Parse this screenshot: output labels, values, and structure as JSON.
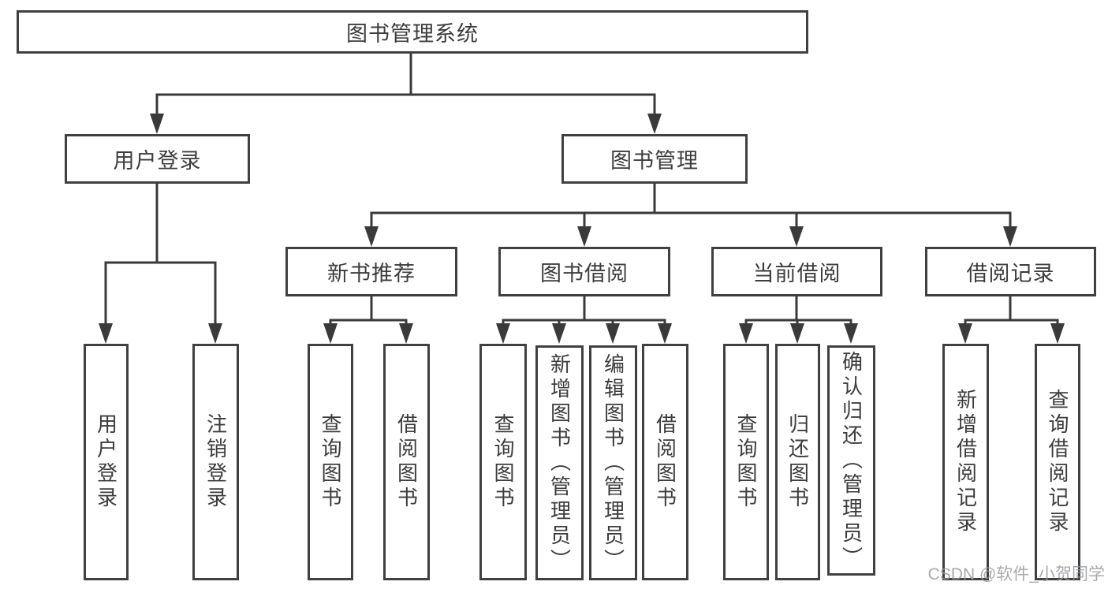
{
  "diagram": {
    "watermark": "CSDN @软件_小贺同学",
    "colors": {
      "line": "#3a3a3a",
      "box_border": "#404040",
      "text": "#3c3c3c",
      "background": "#ffffff",
      "watermark": "#9aa0a6"
    },
    "root": {
      "label": "图书管理系统"
    },
    "level2": {
      "user_login": {
        "label": "用户登录"
      },
      "book_mgmt": {
        "label": "图书管理"
      }
    },
    "level3": {
      "new_book_rec": {
        "label": "新书推荐"
      },
      "book_borrow": {
        "label": "图书借阅"
      },
      "current_borrow": {
        "label": "当前借阅"
      },
      "borrow_record": {
        "label": "借阅记录"
      }
    },
    "level4": {
      "ul_login": {
        "label": "用户登录"
      },
      "ul_logout": {
        "label": "注销登录"
      },
      "nb_query": {
        "label": "查询图书"
      },
      "nb_borrow": {
        "label": "借阅图书"
      },
      "bb_query": {
        "label": "查询图书"
      },
      "bb_add": {
        "label": "新增图书（管理员）"
      },
      "bb_edit": {
        "label": "编辑图书（管理员）"
      },
      "bb_borrow": {
        "label": "借阅图书"
      },
      "cb_query": {
        "label": "查询图书"
      },
      "cb_return": {
        "label": "归还图书"
      },
      "cb_confirm": {
        "label": "确认归还（管理员）"
      },
      "br_add": {
        "label": "新增借阅记录"
      },
      "br_query": {
        "label": "查询借阅记录"
      }
    }
  }
}
